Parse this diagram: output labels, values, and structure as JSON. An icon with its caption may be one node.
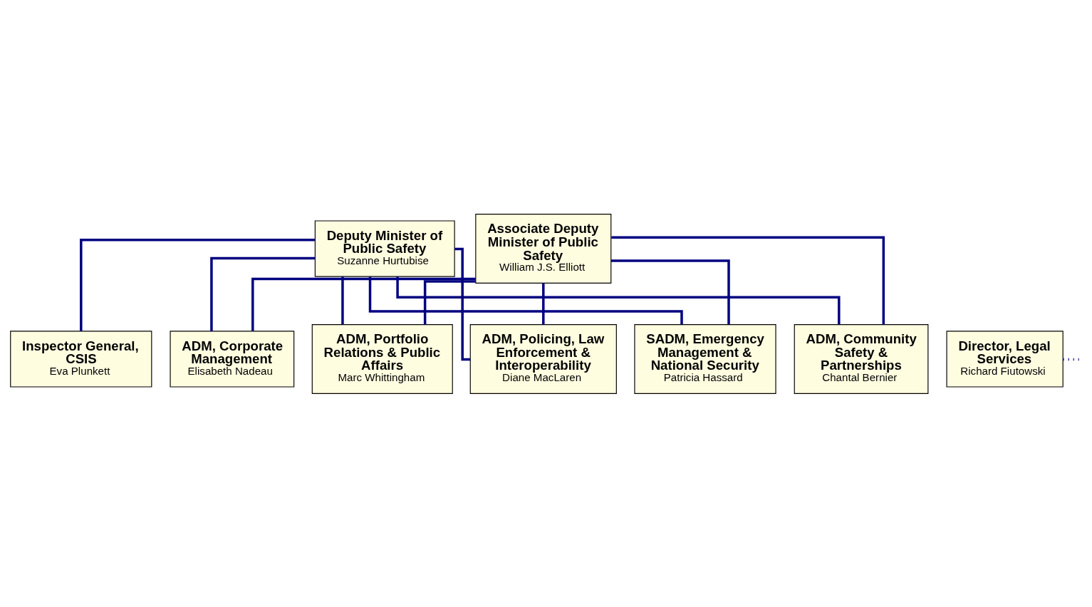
{
  "diagram": {
    "nodes": [
      {
        "text": [
          "Deputy Minister of Public Safety",
          "Suzanne Hurtubise"
        ]
      },
      {
        "text": [
          "Associate Deputy Minister of Public Safety",
          "William J.S. Elliott"
        ]
      },
      {
        "text": [
          "Inspector General, CSIS",
          "Eva Plunkett"
        ]
      },
      {
        "text": [
          "Director, Legal Services",
          "Richard Fiutowski"
        ]
      },
      {
        "text": [
          "ADM, Portfolio Relations & Public Affairs",
          "Marc Whittingham"
        ]
      },
      {
        "text": [
          "ADM, Policing, Law Enforcement & Interoperability",
          "Diane MacLaren"
        ]
      },
      {
        "text": [
          "SADM, Emergency Management & National Security",
          "Patricia Hassard"
        ]
      },
      {
        "text": [
          "ADM, Community Safety & Partnerships",
          "Chantal Bernier"
        ]
      },
      {
        "text": [
          "ADM, Corporate Management",
          "Elisabeth Nadeau"
        ]
      }
    ],
    "edges": [
      {
        "from": 0,
        "to": 2,
        "arrow": "none"
      },
      {
        "from": 3,
        "to": null,
        "arrow": "none",
        "style": "dashed"
      },
      {
        "from": 0,
        "to": 4,
        "arrow": "none"
      },
      {
        "from": 1,
        "to": 4,
        "arrow": "none"
      },
      {
        "from": 0,
        "to": 5,
        "arrow": "none"
      },
      {
        "from": 1,
        "to": 5,
        "arrow": "none"
      },
      {
        "from": 0,
        "to": 6,
        "arrow": "none"
      },
      {
        "from": 1,
        "to": 6,
        "arrow": "none"
      },
      {
        "from": 0,
        "to": 7,
        "arrow": "none"
      },
      {
        "from": 1,
        "to": 7,
        "arrow": "none"
      },
      {
        "from": 0,
        "to": 8,
        "arrow": "none"
      },
      {
        "from": 1,
        "to": 8,
        "arrow": "none"
      }
    ]
  }
}
